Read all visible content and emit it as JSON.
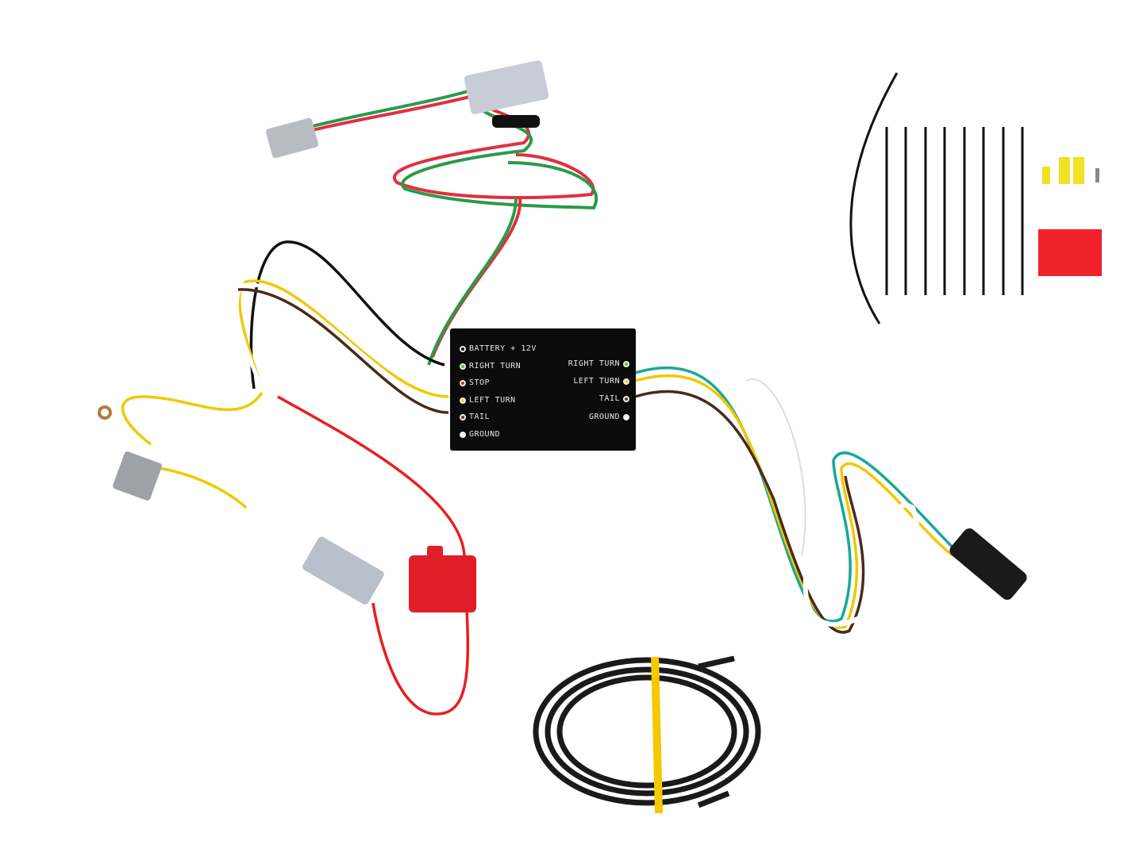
{
  "module": {
    "input_labels": [
      {
        "text": "BATTERY + 12V",
        "color": "#0b0b0b"
      },
      {
        "text": "RIGHT TURN",
        "color": "#5cbf3a"
      },
      {
        "text": "STOP",
        "color": "#e22b1f"
      },
      {
        "text": "LEFT TURN",
        "color": "#f3d51c"
      },
      {
        "text": "TAIL",
        "color": "#6b3a22"
      },
      {
        "text": "GROUND",
        "color": "#ffffff"
      }
    ],
    "output_labels": [
      {
        "text": "RIGHT TURN",
        "color": "#5cbf3a"
      },
      {
        "text": "LEFT TURN",
        "color": "#f3d51c"
      },
      {
        "text": "TAIL",
        "color": "#6b3a22"
      },
      {
        "text": "GROUND",
        "color": "#ffffff"
      }
    ]
  }
}
